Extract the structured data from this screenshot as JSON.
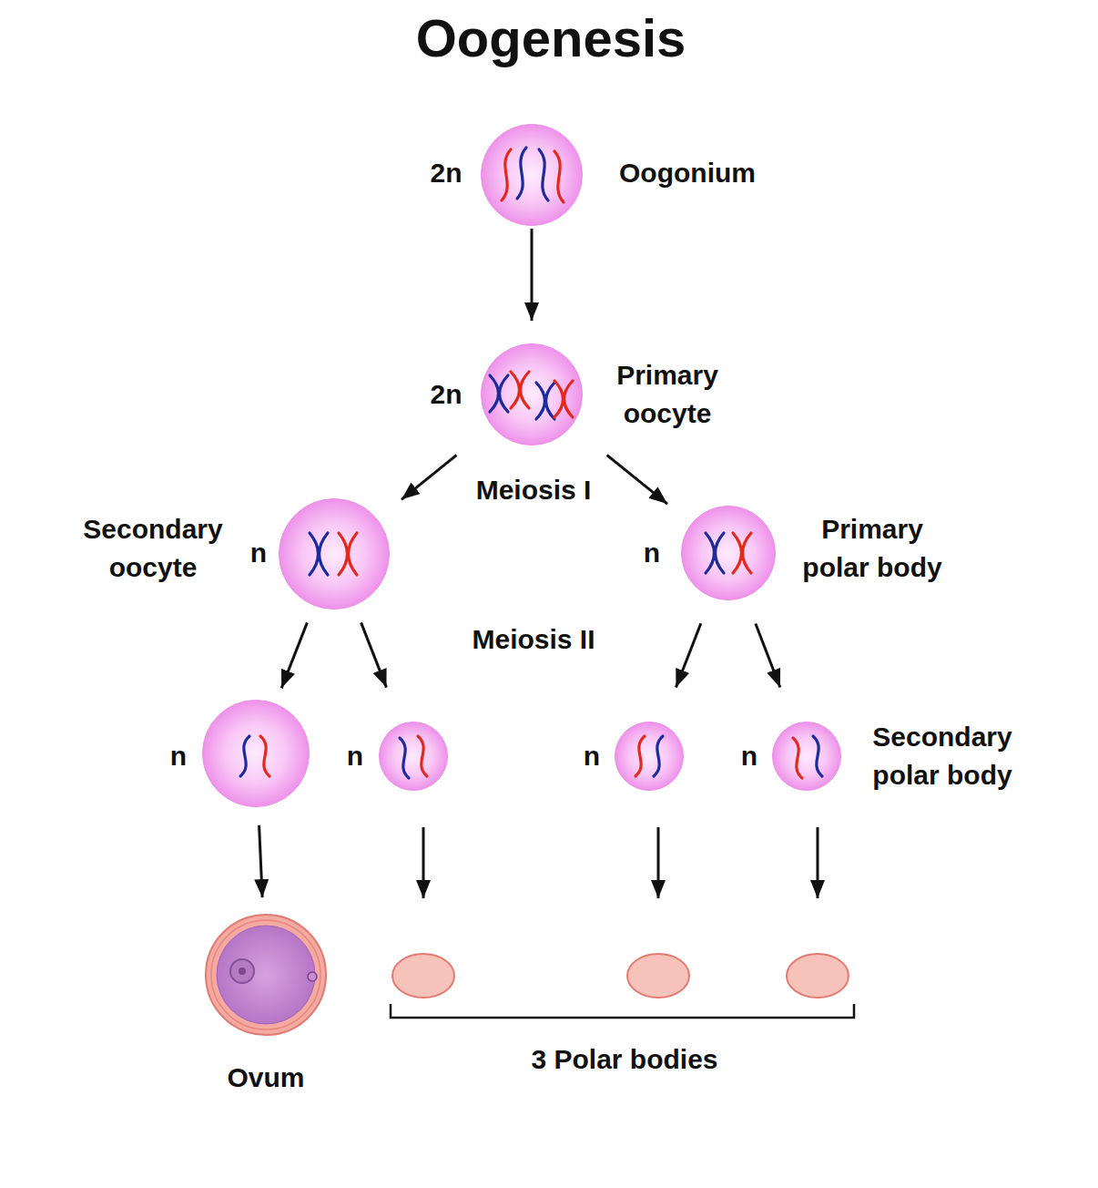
{
  "diagram": {
    "title": "Oogenesis",
    "nodes": [
      {
        "text": [
          "2n",
          "Oogonium"
        ]
      },
      {
        "text": [
          "2n",
          "Primary oocyte"
        ]
      },
      {
        "text": [
          "Secondary oocyte",
          "n"
        ]
      },
      {
        "text": [
          "n",
          "Primary polar body"
        ]
      },
      {
        "text": [
          "n"
        ]
      },
      {
        "text": [
          "n"
        ]
      },
      {
        "text": [
          "n"
        ]
      },
      {
        "text": [
          "n",
          "Secondary polar body"
        ]
      },
      {
        "text": [
          "Ovum"
        ]
      }
    ],
    "edges": [
      {
        "from": 0,
        "to": 1,
        "arrow": "to"
      },
      {
        "from": 1,
        "to": 2,
        "arrow": "to"
      },
      {
        "from": 1,
        "to": 3,
        "arrow": "to"
      },
      {
        "from": 2,
        "to": 4,
        "arrow": "to"
      },
      {
        "from": 2,
        "to": 5,
        "arrow": "to"
      },
      {
        "from": 3,
        "to": 6,
        "arrow": "to"
      },
      {
        "from": 3,
        "to": 7,
        "arrow": "to"
      },
      {
        "from": 4,
        "to": 8,
        "arrow": "to"
      }
    ],
    "labels": [
      "Meiosis I",
      "Meiosis II",
      "3 Polar bodies"
    ]
  }
}
